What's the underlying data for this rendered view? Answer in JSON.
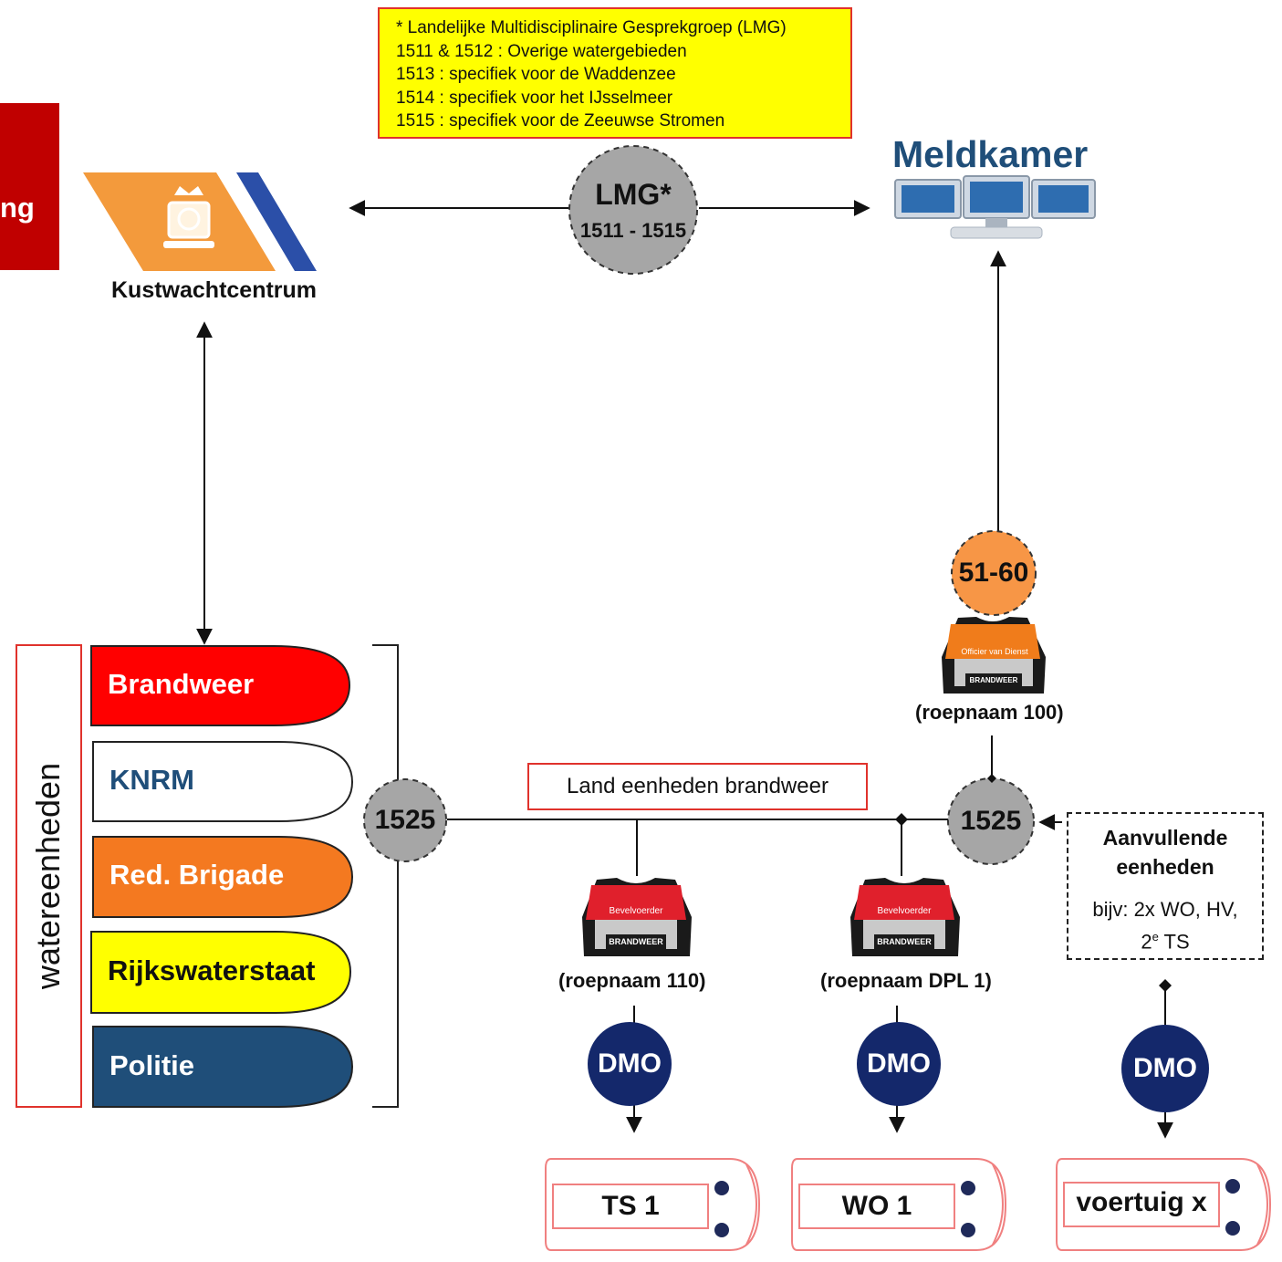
{
  "legend": {
    "lines": [
      "* Landelijke  Multidisciplinaire Gesprekgroep (LMG)",
      "1511 & 1512 : Overige watergebieden",
      "1513 : specifiek voor de Waddenzee",
      "1514 : specifiek voor het IJsselmeer",
      "1515 : specifiek voor de Zeeuwse Stromen"
    ]
  },
  "left_tab_text": "ng",
  "kustwacht": {
    "label": "Kustwachtcentrum"
  },
  "meldkamer": {
    "title": "Meldkamer"
  },
  "lmg": {
    "title": "LMG*",
    "range": "1511 - 1515"
  },
  "water": {
    "vertical_label": "watereenheden",
    "units": [
      {
        "label": "Brandweer",
        "fill": "#ff0000",
        "text_color": "#ffffff"
      },
      {
        "label": "KNRM",
        "fill": "#ffffff",
        "text_color": "#1f4e79"
      },
      {
        "label": "Red. Brigade",
        "fill": "#f47920",
        "text_color": "#ffffff"
      },
      {
        "label": "Rijkswaterstaat",
        "fill": "#ffff00",
        "text_color": "#111111"
      },
      {
        "label": "Politie",
        "fill": "#1f4e79",
        "text_color": "#ffffff"
      }
    ]
  },
  "channel_left": "1525",
  "channel_right": "1525",
  "channel_ovd": "51-60",
  "land_units_label": "Land eenheden brandweer",
  "officer": {
    "vest_top": "Officier van Dienst",
    "vest_bottom": "BRANDWEER",
    "callsign": "(roepnaam 100)"
  },
  "commanders": [
    {
      "vest_top": "Bevelvoerder",
      "vest_bottom": "BRANDWEER",
      "callsign": "(roepnaam 110)",
      "dmo": "DMO",
      "vehicle": "TS 1"
    },
    {
      "vest_top": "Bevelvoerder",
      "vest_bottom": "BRANDWEER",
      "callsign": "(roepnaam DPL 1)",
      "dmo": "DMO",
      "vehicle": "WO 1"
    }
  ],
  "additional": {
    "title_line1": "Aanvullende",
    "title_line2": "eenheden",
    "text_line1": "bijv: 2x WO, HV,",
    "text_line2": "2e TS",
    "dmo": "DMO",
    "vehicle": "voertuig x"
  },
  "colors": {
    "grey_circle": "#a6a6a6",
    "orange": "#f79646",
    "navy": "#14286b",
    "red": "#e0322c",
    "meldkamer_blue": "#1f4e79"
  }
}
